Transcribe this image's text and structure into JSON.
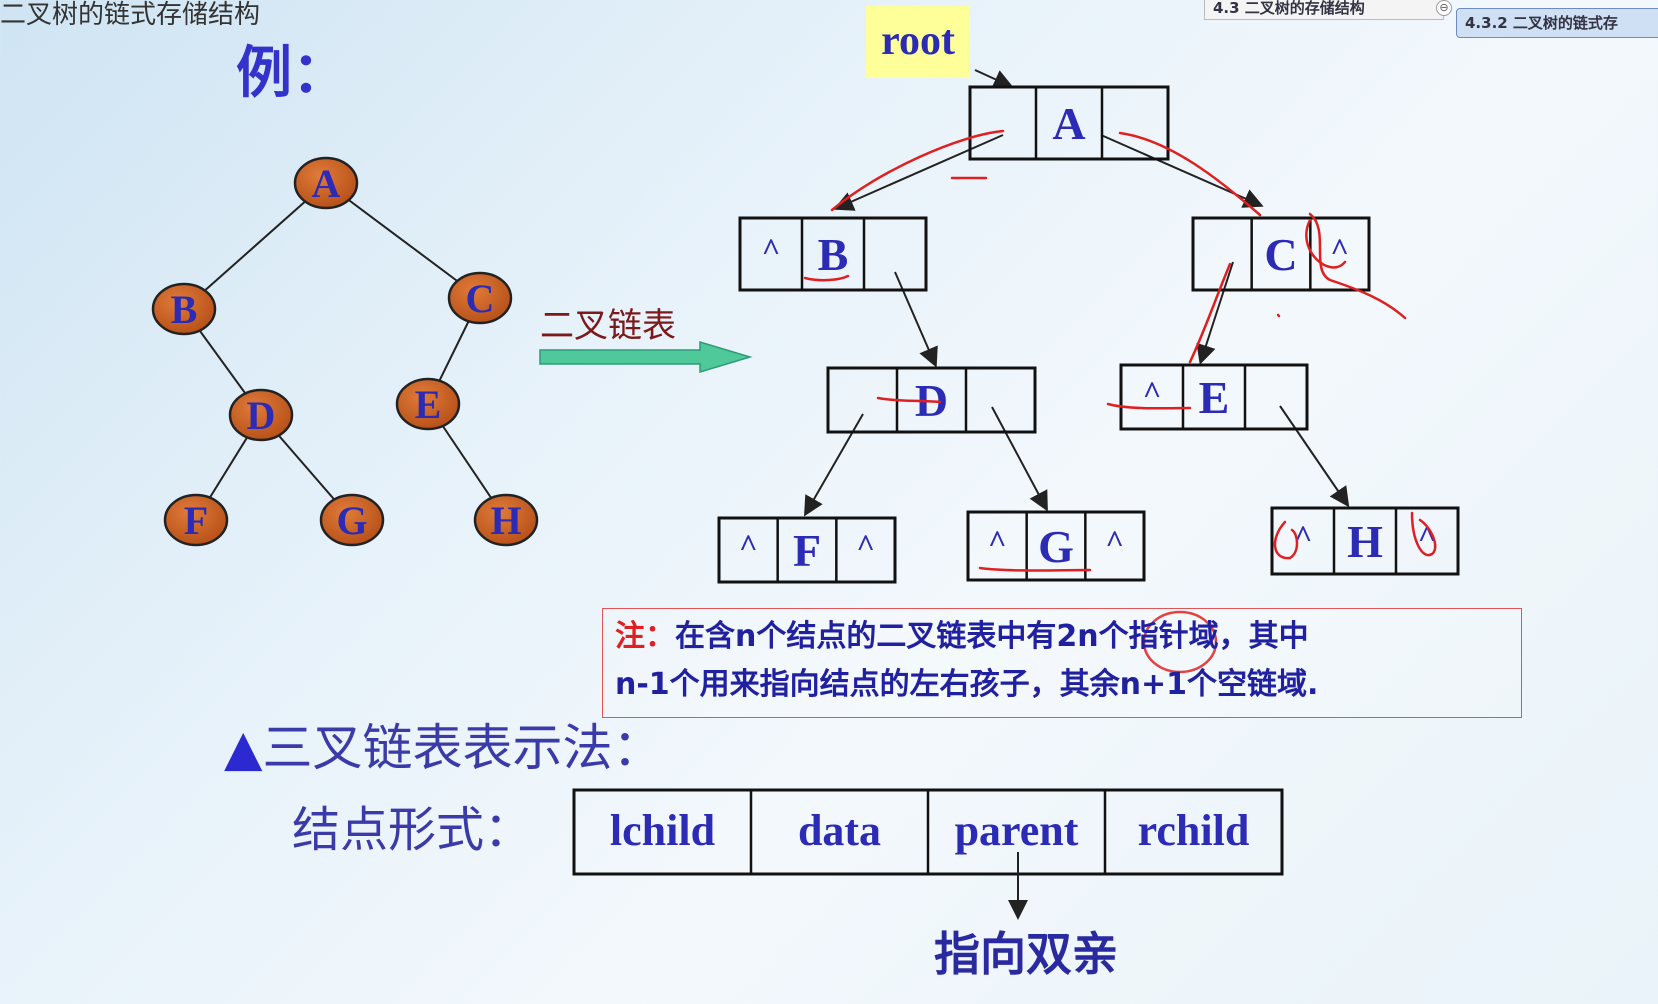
{
  "slide": {
    "title": "二叉树的链式存储结构",
    "example_label": "例：",
    "nav_tab_1": "4.3 二叉树的存储结构",
    "nav_collapse": "⊖",
    "nav_tab_2": "4.3.2 二叉树的链式存"
  },
  "tree": {
    "nodes": [
      {
        "id": "A",
        "label": "A"
      },
      {
        "id": "B",
        "label": "B"
      },
      {
        "id": "C",
        "label": "C"
      },
      {
        "id": "D",
        "label": "D"
      },
      {
        "id": "E",
        "label": "E"
      },
      {
        "id": "F",
        "label": "F"
      },
      {
        "id": "G",
        "label": "G"
      },
      {
        "id": "H",
        "label": "H"
      }
    ],
    "node_fill": "#d2691e",
    "edges": [
      [
        "A",
        "B"
      ],
      [
        "A",
        "C"
      ],
      [
        "B",
        "D"
      ],
      [
        "C",
        "E"
      ],
      [
        "D",
        "F"
      ],
      [
        "D",
        "G"
      ],
      [
        "E",
        "H"
      ]
    ]
  },
  "conversion_label": "二叉链表",
  "linked_list": {
    "root_label": "root",
    "null_symbol": "^",
    "nodes": [
      {
        "id": "A",
        "left": "",
        "data": "A",
        "right": ""
      },
      {
        "id": "B",
        "left": "^",
        "data": "B",
        "right": ""
      },
      {
        "id": "C",
        "left": "",
        "data": "C",
        "right": "^"
      },
      {
        "id": "D",
        "left": "",
        "data": "D",
        "right": ""
      },
      {
        "id": "E",
        "left": "^",
        "data": "E",
        "right": ""
      },
      {
        "id": "F",
        "left": "^",
        "data": "F",
        "right": "^"
      },
      {
        "id": "G",
        "left": "^",
        "data": "G",
        "right": "^"
      },
      {
        "id": "H",
        "left": "^",
        "data": "H",
        "right": "^"
      }
    ],
    "links": [
      [
        "A",
        "B"
      ],
      [
        "A",
        "C"
      ],
      [
        "B",
        "D"
      ],
      [
        "C",
        "E"
      ],
      [
        "D",
        "F"
      ],
      [
        "D",
        "G"
      ],
      [
        "E",
        "H"
      ]
    ]
  },
  "note": {
    "prefix": "注：",
    "line1": "在含n个结点的二叉链表中有2n个指针域，其中",
    "line2": "n-1个用来指向结点的左右孩子，其余n+1个空链域."
  },
  "trident": {
    "triangle": "▲",
    "heading": "三叉链表表示法：",
    "node_form_label": "结点形式：",
    "fields": [
      "lchild",
      "data",
      "parent",
      "rchild"
    ],
    "pointer_caption": "指向双亲"
  },
  "colors": {
    "accent_blue": "#2b2bb5",
    "node_orange": "#d2691e",
    "annotation_red": "#e02020",
    "arrow_green": "#4fc99a",
    "root_highlight": "#ffff99"
  }
}
